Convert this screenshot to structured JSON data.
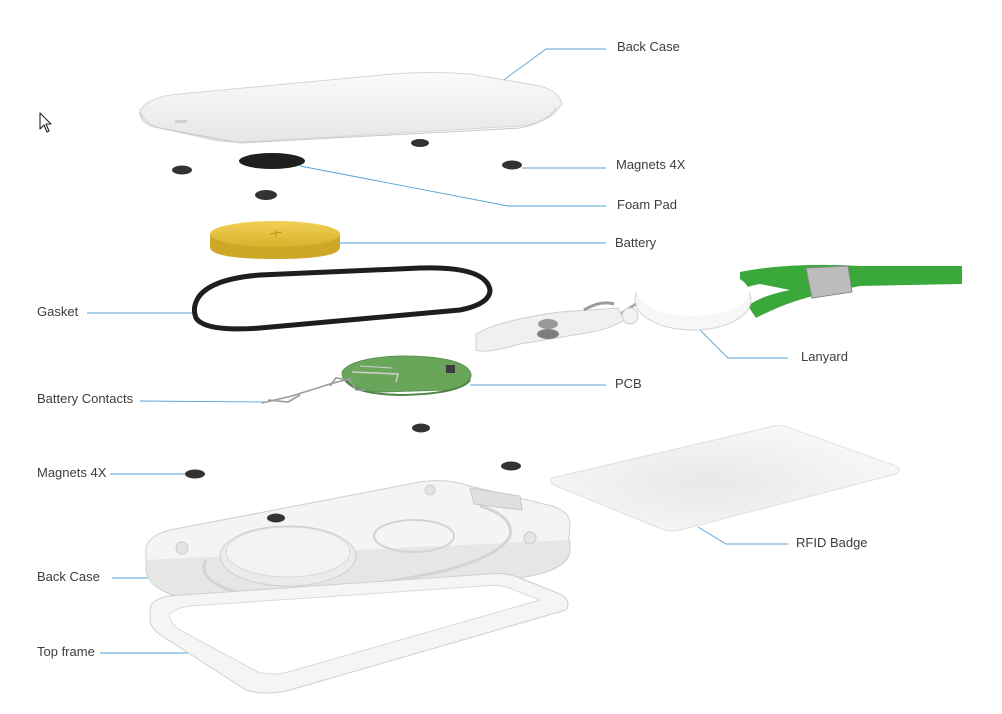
{
  "labels": {
    "back_case_top": "Back Case",
    "magnets_top": "Magnets 4X",
    "foam_pad": "Foam Pad",
    "battery": "Battery",
    "gasket": "Gasket",
    "lanyard": "Lanyard",
    "pcb": "PCB",
    "battery_contacts": "Battery Contacts",
    "magnets_bottom": "Magnets 4X",
    "rfid_badge": "RFID Badge",
    "back_case_bottom": "Back Case",
    "top_frame": "Top frame"
  },
  "colors": {
    "leader_line": "#5aa3d6",
    "battery": "#e8c43a",
    "pcb": "#6aa65a",
    "lanyard": "#3aa83a",
    "gasket": "#1e1e1e",
    "label_text": "#3d3d3d"
  },
  "icons": {
    "cursor": "mouse-pointer-icon"
  }
}
